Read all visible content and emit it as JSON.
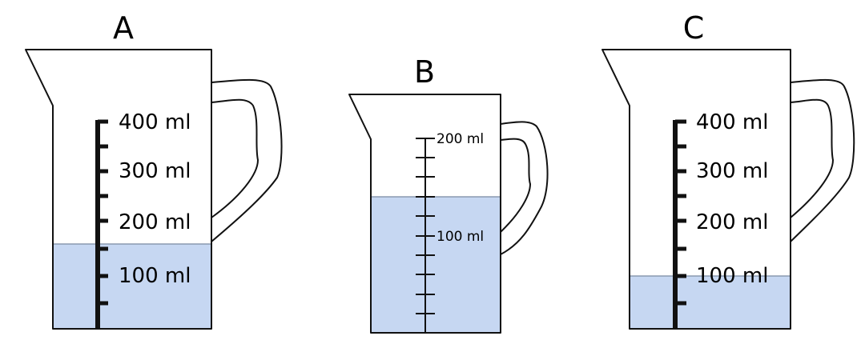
{
  "jugs": [
    {
      "letter": "A",
      "capacity_ml": 400,
      "liquid_ml": 150,
      "scale_step_ml": 50,
      "labels": [
        "400 ml",
        "300 ml",
        "200 ml",
        "100 ml"
      ]
    },
    {
      "letter": "B",
      "capacity_ml": 200,
      "liquid_ml": 140,
      "scale_step_ml": 20,
      "labels": [
        "200 ml",
        "100 ml"
      ]
    },
    {
      "letter": "C",
      "capacity_ml": 400,
      "liquid_ml": 100,
      "scale_step_ml": 50,
      "labels": [
        "400 ml",
        "300 ml",
        "200 ml",
        "100 ml"
      ]
    }
  ],
  "colors": {
    "liquid": "#c6d7f2",
    "outline": "#111111"
  }
}
